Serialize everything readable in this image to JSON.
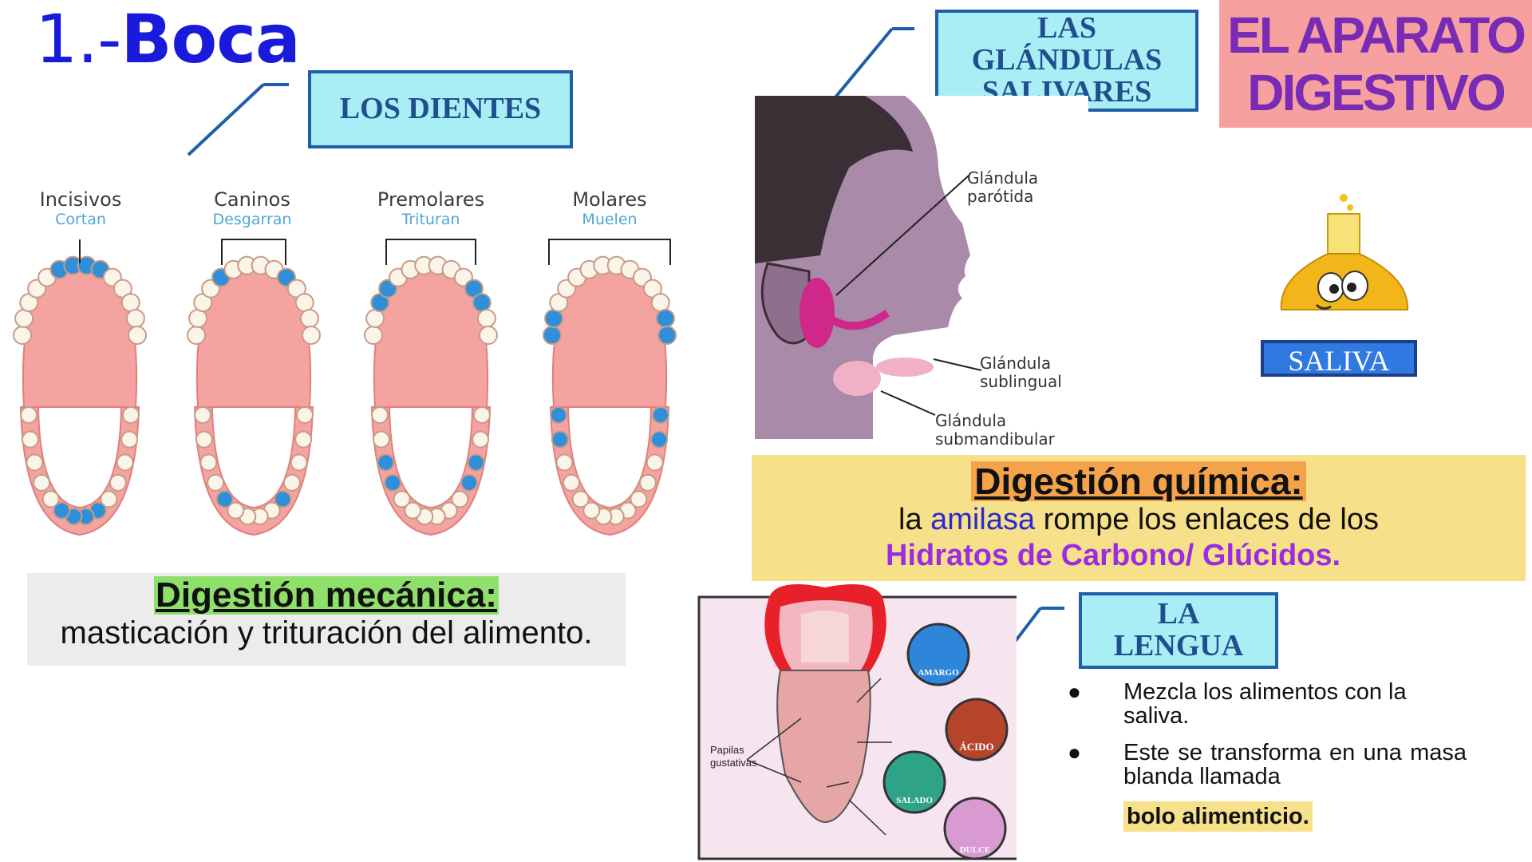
{
  "title": {
    "number": "1.-",
    "word": "Boca"
  },
  "labels": {
    "dientes": "LOS DIENTES",
    "glandulas": [
      "LAS",
      "GLÁNDULAS",
      "SALIVARES"
    ],
    "lengua": [
      "LA",
      "LENGUA"
    ],
    "saliva": "SALIVA"
  },
  "aparato": [
    "EL APARATO",
    "DIGESTIVO"
  ],
  "teeth": [
    {
      "name": "Incisivos",
      "action": "Cortan"
    },
    {
      "name": "Caninos",
      "action": "Desgarran"
    },
    {
      "name": "Premolares",
      "action": "Trituran"
    },
    {
      "name": "Molares",
      "action": "Muelen"
    }
  ],
  "mecanica": {
    "title": "Digestión mecánica:",
    "text": "masticación y trituración del alimento."
  },
  "quimica": {
    "title": "Digestión química:",
    "text_before": "la ",
    "highlight": "amilasa",
    "text_after": " rompe los enlaces de los",
    "line2": "Hidratos de Carbono/ Glúcidos."
  },
  "glands": {
    "parotida": [
      "Glándula",
      "parótida"
    ],
    "sublingual": [
      "Glándula",
      "sublingual"
    ],
    "submandibular": [
      "Glándula",
      "submandibular"
    ]
  },
  "tongue": {
    "papilas": [
      "Papilas",
      "gustativas"
    ],
    "tastes": [
      "AMARGO",
      "ÁCIDO",
      "SALADO",
      "DULCE"
    ]
  },
  "bullets": [
    "Mezcla los alimentos con la saliva.",
    "Este se transforma en una masa blanda llamada"
  ],
  "bolo": "bolo alimenticio.",
  "colors": {
    "tooth_blue": "#2f8fd8",
    "gum_pink": "#f4a3a0",
    "title_blue": "#1a1adb"
  }
}
